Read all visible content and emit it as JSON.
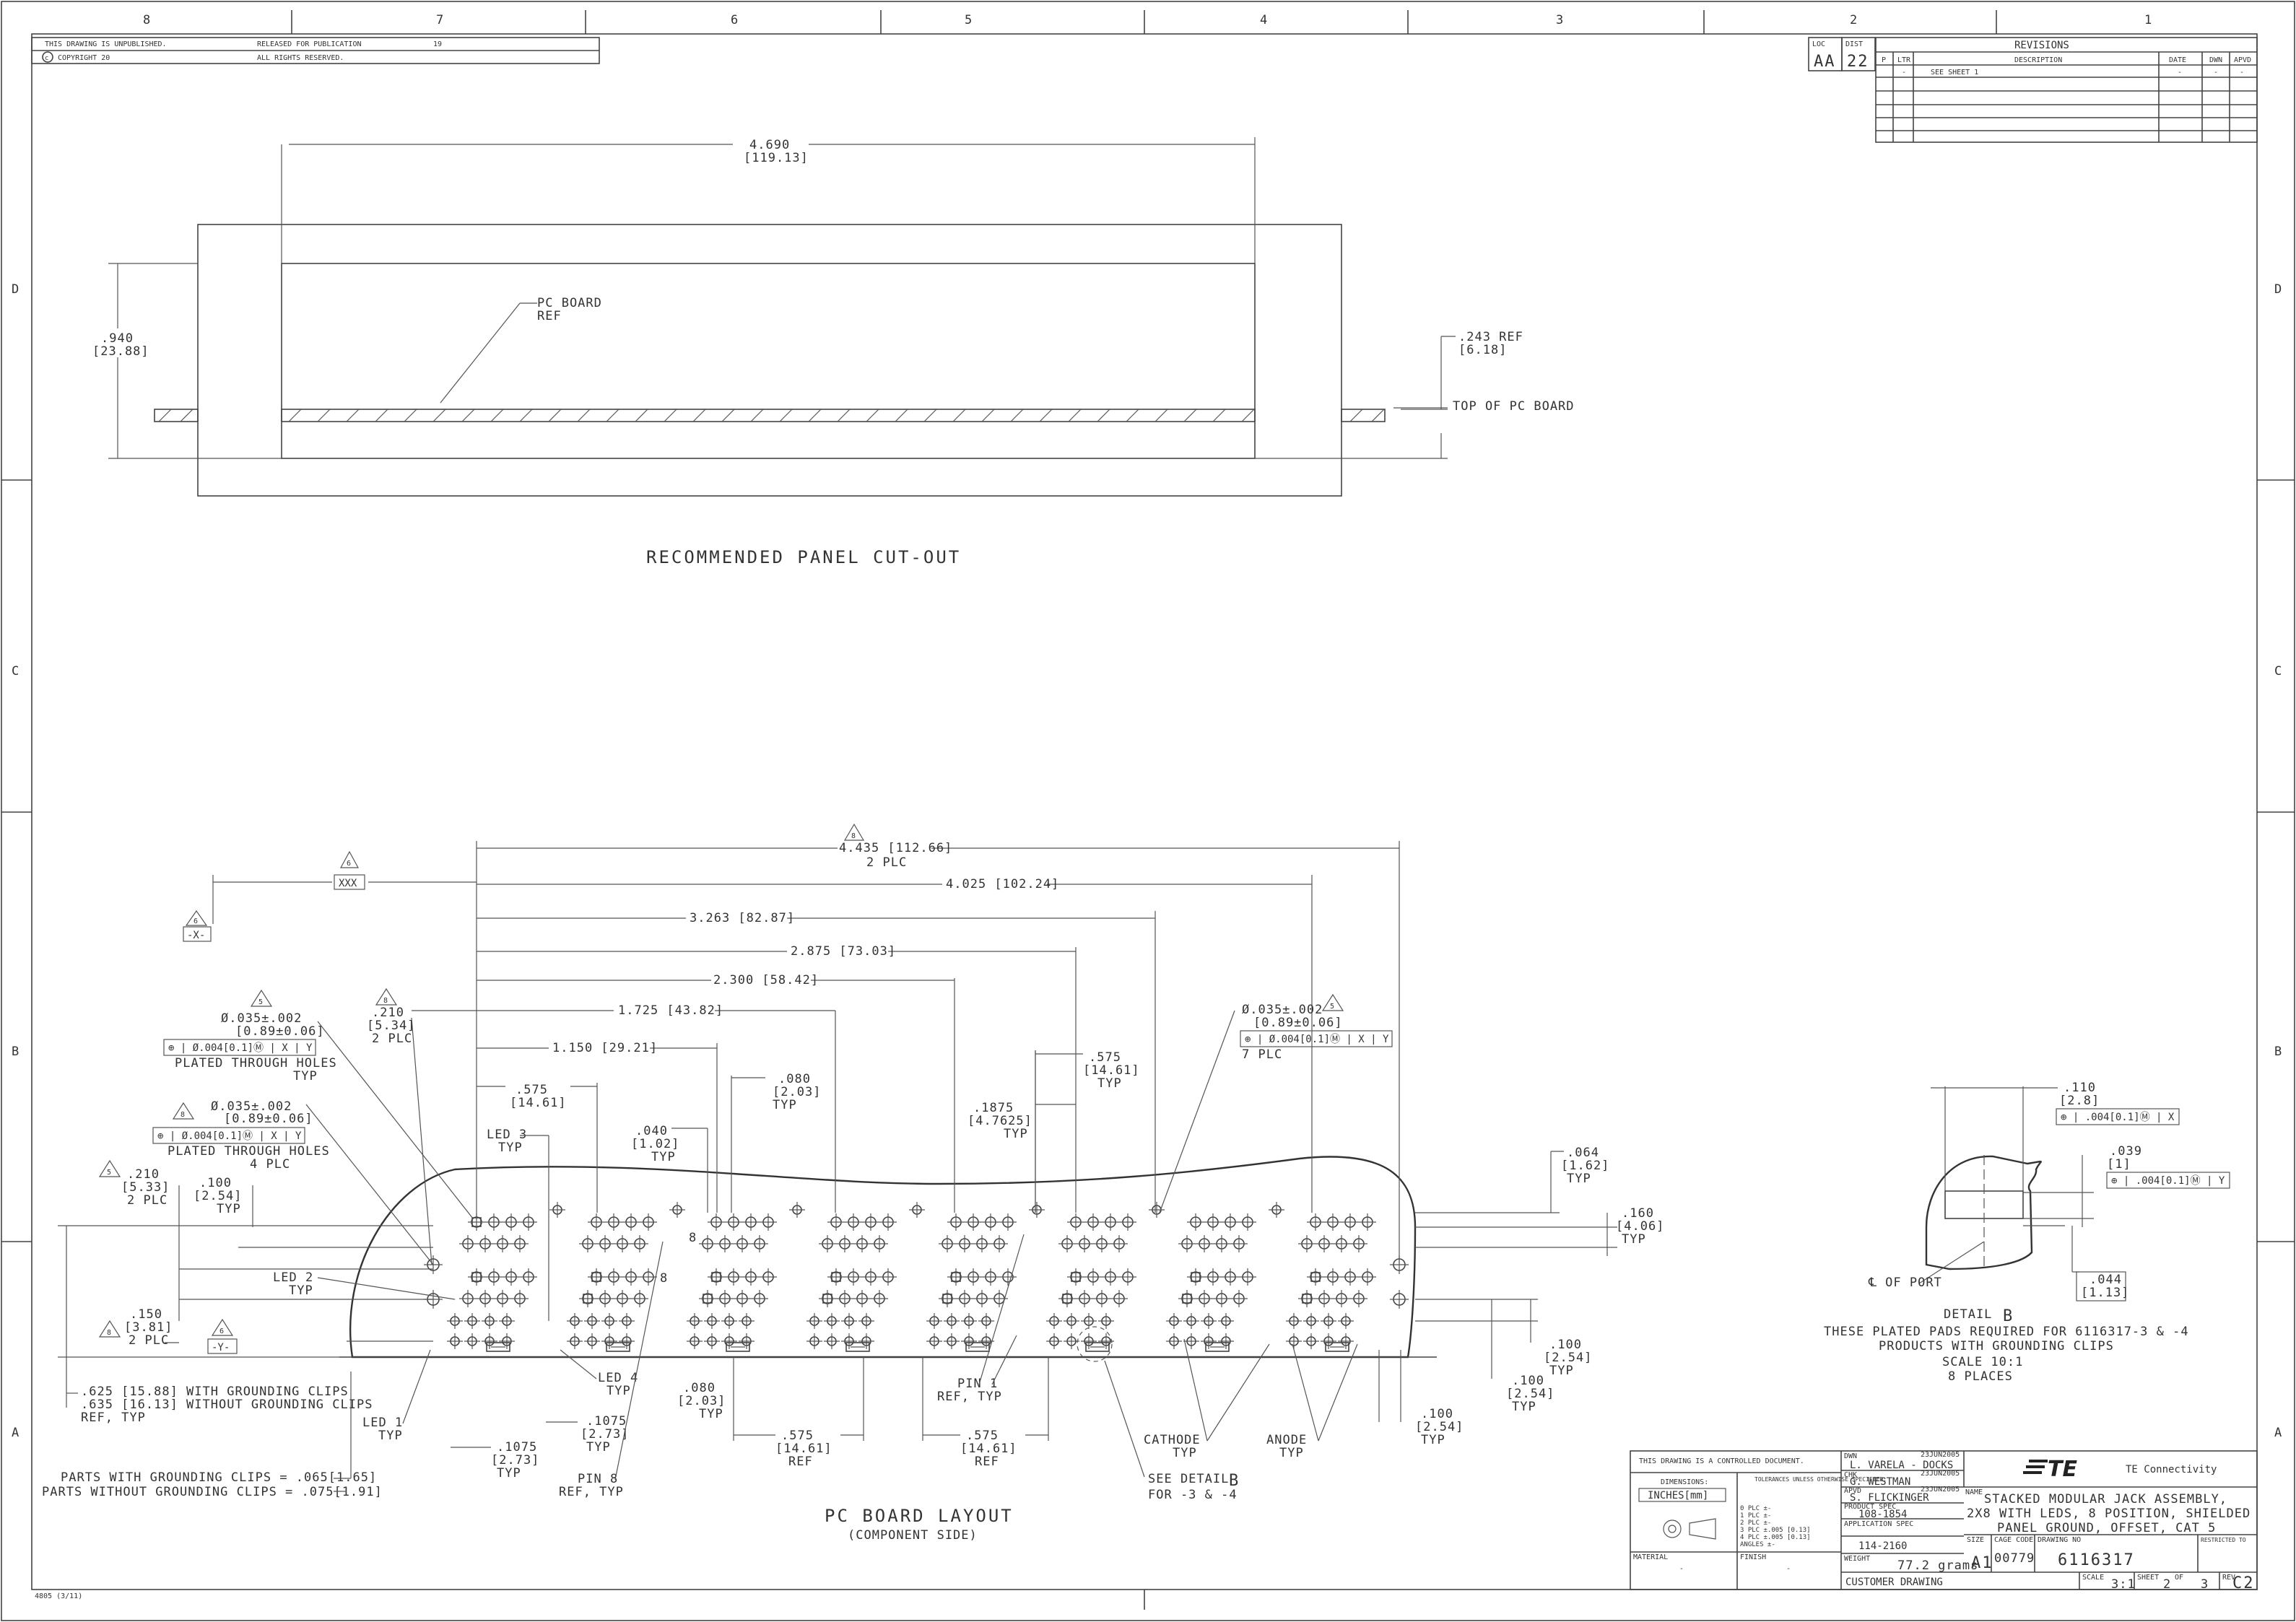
{
  "border": {
    "zones_top": [
      "8",
      "7",
      "6",
      "5",
      "4",
      "3",
      "2",
      "1"
    ],
    "zones_side": [
      "D",
      "C",
      "B",
      "A"
    ]
  },
  "header_note": {
    "unpublished": "THIS DRAWING IS UNPUBLISHED.",
    "released": "RELEASED FOR PUBLICATION",
    "year": "19",
    "copyright": "COPYRIGHT 20",
    "rights": "ALL RIGHTS RESERVED."
  },
  "loc_dist": {
    "loc_label": "LOC",
    "loc": "AA",
    "dist_label": "DIST",
    "dist": "22"
  },
  "revisions": {
    "title": "REVISIONS",
    "headers": [
      "P",
      "LTR",
      "DESCRIPTION",
      "DATE",
      "DWN",
      "APVD"
    ],
    "rows": [
      [
        "",
        "-",
        "SEE SHEET 1",
        "-",
        "-",
        "-"
      ]
    ]
  },
  "panel": {
    "width": "4.690",
    "width_mm": "[119.13]",
    "height": ".940",
    "height_mm": "[23.88]",
    "pc_board": "PC BOARD",
    "ref": "REF",
    "offset": ".243  REF",
    "offset_mm": "[6.18]",
    "top_label": "TOP OF PC BOARD",
    "title": "RECOMMENDED PANEL CUT-OUT"
  },
  "layout": {
    "title": "PC BOARD LAYOUT",
    "subtitle": "(COMPONENT SIDE)",
    "dims_top": [
      {
        "text": "4.435 [112.66]"
      },
      {
        "text": "2 PLC"
      },
      {
        "text": "4.025 [102.24]"
      },
      {
        "text": "3.263 [82.87]"
      },
      {
        "text": "2.875 [73.03]"
      },
      {
        "text": "2.300 [58.42]"
      },
      {
        "text": "1.725 [43.82]"
      },
      {
        "text": "1.150 [29.21]"
      }
    ],
    "datum_x": "-X-",
    "datum_y": "-Y-",
    "xxx": "XXX",
    "flag": [
      "8",
      "6",
      "5"
    ],
    "hole1": {
      "dia": "Ø.035±.002",
      "mm": "[0.89±0.06]",
      "frame": "⊕ | Ø.004[0.1]Ⓜ | X | Y",
      "label": "PLATED THROUGH HOLES",
      "typ": "TYP"
    },
    "hole2": {
      "dia": "Ø.035±.002",
      "mm": "[0.89±0.06]",
      "frame": "⊕ | Ø.004[0.1]Ⓜ | X | Y",
      "label": "PLATED THROUGH HOLES",
      "plc": "4 PLC"
    },
    "hole3": {
      "dia": "Ø.035±.002",
      "mm": "[0.89±0.06]",
      "frame": "⊕ | Ø.004[0.1]Ⓜ | X | Y",
      "plc": "7 PLC"
    },
    "d210a": ".210",
    "d210a_mm": "[5.34]",
    "d210a_plc": "2 PLC",
    "d210b": ".210",
    "d210b_mm": "[5.33]",
    "d210b_plc": "2 PLC",
    "d100": ".100",
    "d100_mm": "[2.54]",
    "d100_typ": "TYP",
    "d575a": ".575",
    "d575a_mm": "[14.61]",
    "d040": ".040",
    "d040_mm": "[1.02]",
    "d040_typ": "TYP",
    "d080": ".080",
    "d080_mm": "[2.03]",
    "d080_typ": "TYP",
    "d1875": ".1875",
    "d1875_mm": "[4.7625]",
    "d1875_typ": "TYP",
    "d575b": ".575",
    "d575b_mm": "[14.61]",
    "d575b_typ": "TYP",
    "d064": ".064",
    "d064_mm": "[1.62]",
    "d064_typ": "TYP",
    "d160": ".160",
    "d160_mm": "[4.06]",
    "d160_typ": "TYP",
    "d150": ".150",
    "d150_mm": "[3.81]",
    "d150_plc": "2 PLC",
    "led3": "LED 3",
    "led3_typ": "TYP",
    "led2": "LED 2",
    "led2_typ": "TYP",
    "led4": "LED 4",
    "led4_typ": "TYP",
    "led1": "LED 1",
    "led1_typ": "TYP",
    "pin8": "PIN 8",
    "pin8_ref": "REF, TYP",
    "pin1": "PIN 1",
    "pin1_ref": "REF, TYP",
    "d080b": ".080",
    "d080b_mm": "[2.03]",
    "d080b_typ": "TYP",
    "d1075a": ".1075",
    "d1075a_mm": "[2.73]",
    "d1075a_typ": "TYP",
    "d1075b": ".1075",
    "d1075b_mm": "[2.73]",
    "d1075b_typ": "TYP",
    "d575c": ".575",
    "d575c_mm": "[14.61]",
    "d575c_ref": "REF",
    "d575d": ".575",
    "d575d_mm": "[14.61]",
    "d575d_ref": "REF",
    "d100b": ".100",
    "d100b_mm": "[2.54]",
    "d100b_typ": "TYP",
    "d100c": ".100",
    "d100c_mm": "[2.54]",
    "d100c_typ": "TYP",
    "d100d": ".100",
    "d100d_mm": "[2.54]",
    "d100d_typ": "TYP",
    "cathode": "CATHODE",
    "cathode_typ": "TYP",
    "anode": "ANODE",
    "anode_typ": "TYP",
    "see_detail": "SEE DETAIL",
    "see_detail_for": "FOR -3 & -4",
    "detail_letter": "B",
    "clips1": ".625 [15.88] WITH GROUNDING CLIPS",
    "clips2": ".635 [16.13] WITHOUT GROUNDING CLIPS",
    "clips_ref": "REF, TYP",
    "parts1": "PARTS WITH GROUNDING CLIPS = .065[1.65]",
    "parts2": "PARTS WITHOUT GROUNDING CLIPS = .075[1.91]",
    "pin_digit": "8"
  },
  "detail_b": {
    "d110": ".110",
    "d110_mm": "[2.8]",
    "frame1": "⊕ | .004[0.1]Ⓜ | X",
    "d039": ".039",
    "d039_mm": "[1]",
    "frame2": "⊕ | .004[0.1]Ⓜ | Y",
    "cl": "℄ OF PORT",
    "d044": ".044",
    "d044_mm": "[1.13]",
    "title": "DETAIL",
    "letter": "B",
    "note1": "THESE PLATED PADS REQUIRED FOR 6116317-3 & -4",
    "note2": "PRODUCTS WITH GROUNDING CLIPS",
    "scale": "SCALE 10:1",
    "places": "8 PLACES"
  },
  "title_block": {
    "controlled": "THIS DRAWING IS A CONTROLLED DOCUMENT.",
    "dwn_label": "DWN",
    "dwn_date": "23JUN2005",
    "dwn_name": "L. VARELA - DOCKS",
    "chk_label": "CHK",
    "chk_date": "23JUN2005",
    "chk_name": "G. WESTMAN",
    "apvd_label": "APVD",
    "apvd_date": "23JUN2005",
    "apvd_name": "S. FLICKINGER",
    "dimensions_label": "DIMENSIONS:",
    "units": "INCHES[mm]",
    "tolerances": "TOLERANCES UNLESS OTHERWISE SPECIFIED:",
    "tol_rows": [
      "0 PLC  ±-",
      "1 PLC  ±-",
      "2 PLC  ±-",
      "3 PLC  ±.005 [0.13]",
      "4 PLC  ±.005 [0.13]",
      "ANGLES  ±-"
    ],
    "product_spec_label": "PRODUCT SPEC",
    "product_spec": "108-1854",
    "app_spec_label": "APPLICATION SPEC",
    "app_spec": "114-2160",
    "weight_label": "WEIGHT",
    "weight": "77.2 grams",
    "material_label": "MATERIAL",
    "material": "-",
    "finish_label": "FINISH",
    "finish": "-",
    "company": "TE Connectivity",
    "logo": "TE",
    "name_label": "NAME",
    "name1": "STACKED MODULAR JACK ASSEMBLY,",
    "name2": "2X8 WITH LEDS, 8 POSITION, SHIELDED",
    "name3": "PANEL GROUND, OFFSET, CAT 5",
    "size_label": "SIZE",
    "size": "A1",
    "cage_label": "CAGE CODE",
    "cage": "00779",
    "dwg_label": "DRAWING NO",
    "dwg": "6116317",
    "restricted_label": "RESTRICTED TO",
    "scale_label": "SCALE",
    "scale": "3:1",
    "sheet_label": "SHEET",
    "sheet": "2",
    "of": "OF",
    "of_total": "3",
    "rev_label": "REV",
    "rev": "C2",
    "customer": "CUSTOMER DRAWING"
  },
  "form_no": "4805 (3/11)"
}
